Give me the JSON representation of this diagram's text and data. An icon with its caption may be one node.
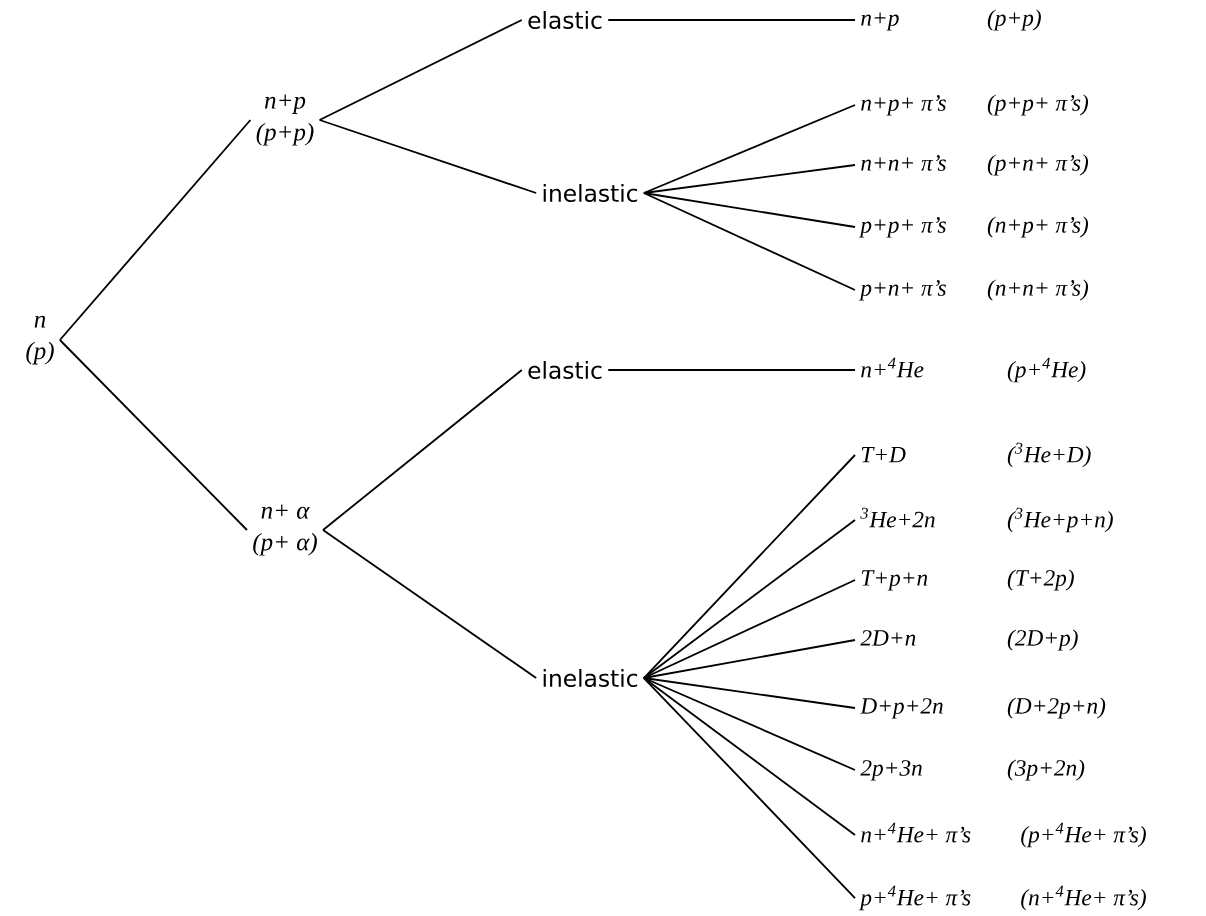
{
  "diagram": {
    "nodes": [
      {
        "text": [
          "n",
          "(p)"
        ]
      },
      {
        "text": [
          "n+p",
          "(p+p)"
        ]
      },
      {
        "text": [
          "elastic"
        ]
      },
      {
        "text": [
          "inelastic"
        ]
      },
      {
        "text": [
          "n+p",
          "(p+p)"
        ]
      },
      {
        "text": [
          "n+p+ π’s",
          "(p+p+ π’s)"
        ]
      },
      {
        "text": [
          "n+n+ π’s",
          "(p+n+ π’s)"
        ]
      },
      {
        "text": [
          "p+p+ π’s",
          "(n+p+ π’s)"
        ]
      },
      {
        "text": [
          "p+n+ π’s",
          "(n+n+ π’s)"
        ]
      },
      {
        "text": [
          "n+ α",
          "(p+ α)"
        ]
      },
      {
        "text": [
          "elastic"
        ]
      },
      {
        "text": [
          "inelastic"
        ]
      },
      {
        "text": [
          "n+$^{4}$He",
          "(p+$^{4}$He)"
        ]
      },
      {
        "text": [
          "T+D",
          "($^{3}$He+D)"
        ]
      },
      {
        "text": [
          "$^{3}$He+2n",
          "($^{3}$He+p+n)"
        ]
      },
      {
        "text": [
          "T+p+n",
          "(T+2p)"
        ]
      },
      {
        "text": [
          "2D+n",
          "(2D+p)"
        ]
      },
      {
        "text": [
          "D+p+2n",
          "(D+2p+n)"
        ]
      },
      {
        "text": [
          "2p+3n",
          "(3p+2n)"
        ]
      },
      {
        "text": [
          "n+$^{4}$He+ π’s",
          "(p+$^{4}$He+ π’s)"
        ]
      },
      {
        "text": [
          "p+$^{4}$He+ π’s",
          "(n+$^{4}$He+ π’s)"
        ]
      }
    ],
    "edges": [
      {
        "from": 0,
        "to": 1,
        "arrow": "none"
      },
      {
        "from": 0,
        "to": 9,
        "arrow": "none"
      },
      {
        "from": 1,
        "to": 2,
        "arrow": "none"
      },
      {
        "from": 1,
        "to": 3,
        "arrow": "none"
      },
      {
        "from": 2,
        "to": 4,
        "arrow": "none"
      },
      {
        "from": 3,
        "to": 5,
        "arrow": "none"
      },
      {
        "from": 3,
        "to": 6,
        "arrow": "none"
      },
      {
        "from": 3,
        "to": 7,
        "arrow": "none"
      },
      {
        "from": 3,
        "to": 8,
        "arrow": "none"
      },
      {
        "from": 9,
        "to": 10,
        "arrow": "none"
      },
      {
        "from": 9,
        "to": 11,
        "arrow": "none"
      },
      {
        "from": 10,
        "to": 12,
        "arrow": "none"
      },
      {
        "from": 11,
        "to": 13,
        "arrow": "none"
      },
      {
        "from": 11,
        "to": 14,
        "arrow": "none"
      },
      {
        "from": 11,
        "to": 15,
        "arrow": "none"
      },
      {
        "from": 11,
        "to": 16,
        "arrow": "none"
      },
      {
        "from": 11,
        "to": 17,
        "arrow": "none"
      },
      {
        "from": 11,
        "to": 18,
        "arrow": "none"
      },
      {
        "from": 11,
        "to": 19,
        "arrow": "none"
      },
      {
        "from": 11,
        "to": 20,
        "arrow": "none"
      }
    ]
  }
}
